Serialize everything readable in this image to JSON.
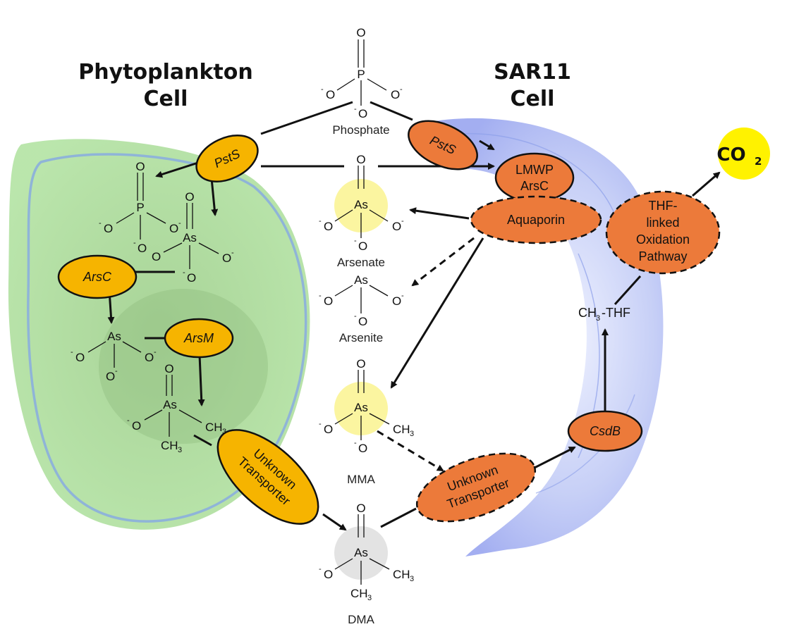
{
  "titles": {
    "phyto_line1": "Phytoplankton",
    "phyto_line2": "Cell",
    "sar_line1": "SAR11",
    "sar_line2": "Cell"
  },
  "compounds": {
    "phosphate": "Phosphate",
    "arsenate": "Arsenate",
    "arsenite": "Arsenite",
    "mma": "MMA",
    "dma": "DMA",
    "co2": "CO",
    "co2_sub": "2",
    "ch3thf": "CH",
    "ch3thf_sub": "3",
    "ch3thf_rest": "-THF"
  },
  "atoms": {
    "O": "O",
    "P": "P",
    "As": "As",
    "CH": "CH",
    "sub3": "3",
    "minus": "-"
  },
  "enzymes": {
    "phyto_psts": "PstS",
    "phyto_arsc": "ArsC",
    "phyto_arsm": "ArsM",
    "phyto_unknown_1": "Unknown",
    "phyto_unknown_2": "Transporter",
    "sar_psts": "PstS",
    "lmwp_1": "LMWP",
    "lmwp_2": "ArsC",
    "aquaporin": "Aquaporin",
    "thf_1": "THF-",
    "thf_2": "linked",
    "thf_3": "Oxidation",
    "thf_4": "Pathway",
    "sar_unknown_1": "Unknown",
    "sar_unknown_2": "Transporter",
    "csdb": "CsdB"
  },
  "colors": {
    "phytoplankton_cell": "#a6dd96",
    "phytoplankton_membrane": "#8fb4d8",
    "sar11_cell": "#b9c6f3",
    "phyto_enzyme": "#f6b400",
    "sar_enzyme": "#ec7a3a",
    "highlight_yellow": "#fbf5a0",
    "highlight_grey": "#e3e3e3",
    "co2": "#fff200"
  }
}
